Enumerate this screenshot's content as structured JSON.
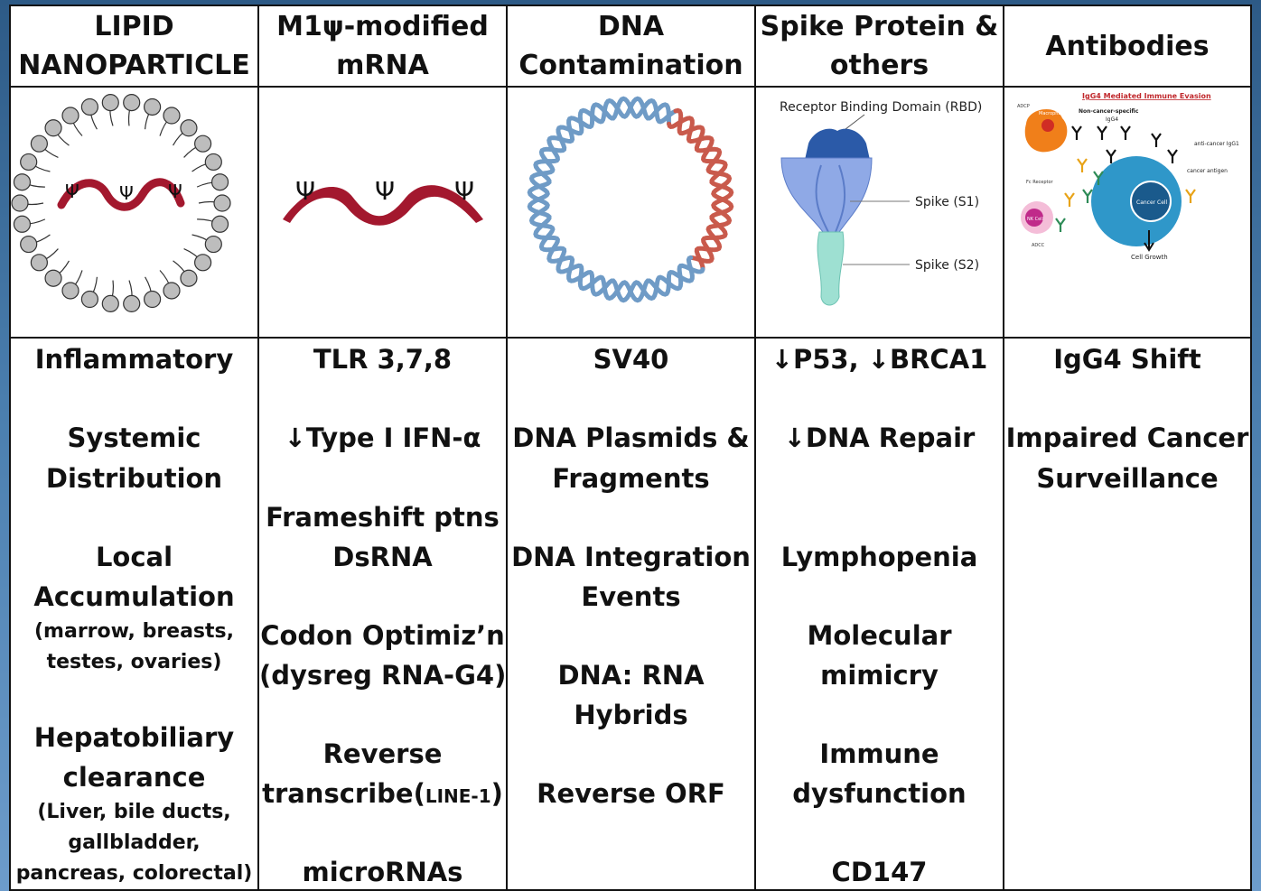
{
  "columns": [
    {
      "header": [
        "LIPID",
        "NANOPARTICLE"
      ],
      "items": [
        "Inflammatory",
        "Systemic",
        "Distribution",
        "Local",
        "Accumulation",
        "(marrow, breasts,",
        "testes, ovaries)",
        "Hepatobiliary",
        "clearance",
        "(Liver, bile ducts,",
        "gallbladder,",
        "pancreas, colorectal)"
      ]
    },
    {
      "header": [
        "M1ψ-modified",
        "mRNA"
      ],
      "items": [
        "TLR 3,7,8",
        "↓Type I IFN-α",
        "Frameshift ptns",
        "DsRNA",
        "Codon Optimiz’n",
        "(dysreg RNA-G4)",
        "Reverse",
        "transcribe(",
        "LINE-1",
        ")",
        "microRNAs"
      ]
    },
    {
      "header": [
        "DNA",
        "Contamination"
      ],
      "items": [
        "SV40",
        "DNA Plasmids &",
        "Fragments",
        "DNA Integration",
        "Events",
        "DNA: RNA",
        "Hybrids",
        "Reverse ORF"
      ]
    },
    {
      "header": [
        "Spike Protein &",
        "others"
      ],
      "items": [
        "↓P53, ↓BRCA1",
        "↓DNA Repair",
        "Lymphopenia",
        "Molecular",
        "mimicry",
        "Immune",
        "dysfunction",
        "CD147"
      ]
    },
    {
      "header": [
        "Antibodies",
        ""
      ],
      "items": [
        "IgG4 Shift",
        "Impaired Cancer",
        "Surveillance"
      ]
    }
  ],
  "figures": {
    "psi": "Ψ",
    "spike": {
      "rbd": "Receptor Binding Domain (RBD)",
      "s1": "Spike (S1)",
      "s2": "Spike (S2)"
    },
    "igg4": {
      "title": "IgG4 Mediated Immune Evasion",
      "adcp": "ADCP",
      "macrophage": "Macrophage",
      "noncancer": "Non-cancer-specific",
      "igg4": "IgG4",
      "anticancer": "anti-cancer IgG1",
      "antigen": "cancer antigen",
      "fcr": "Fc Receptor",
      "nk": "NK Cell",
      "adcc": "ADCC",
      "cancer": "Cancer Cell",
      "growth": "Cell Growth"
    }
  },
  "colors": {
    "rna": "#a3182e",
    "dna_blue": "#6f9bc6",
    "dna_red": "#c95a4c",
    "spike_dark": "#2b5aa8",
    "spike_light": "#8fa9e6",
    "spike_s2": "#9ee0d2",
    "cancer_cell": "#2f97c9"
  }
}
